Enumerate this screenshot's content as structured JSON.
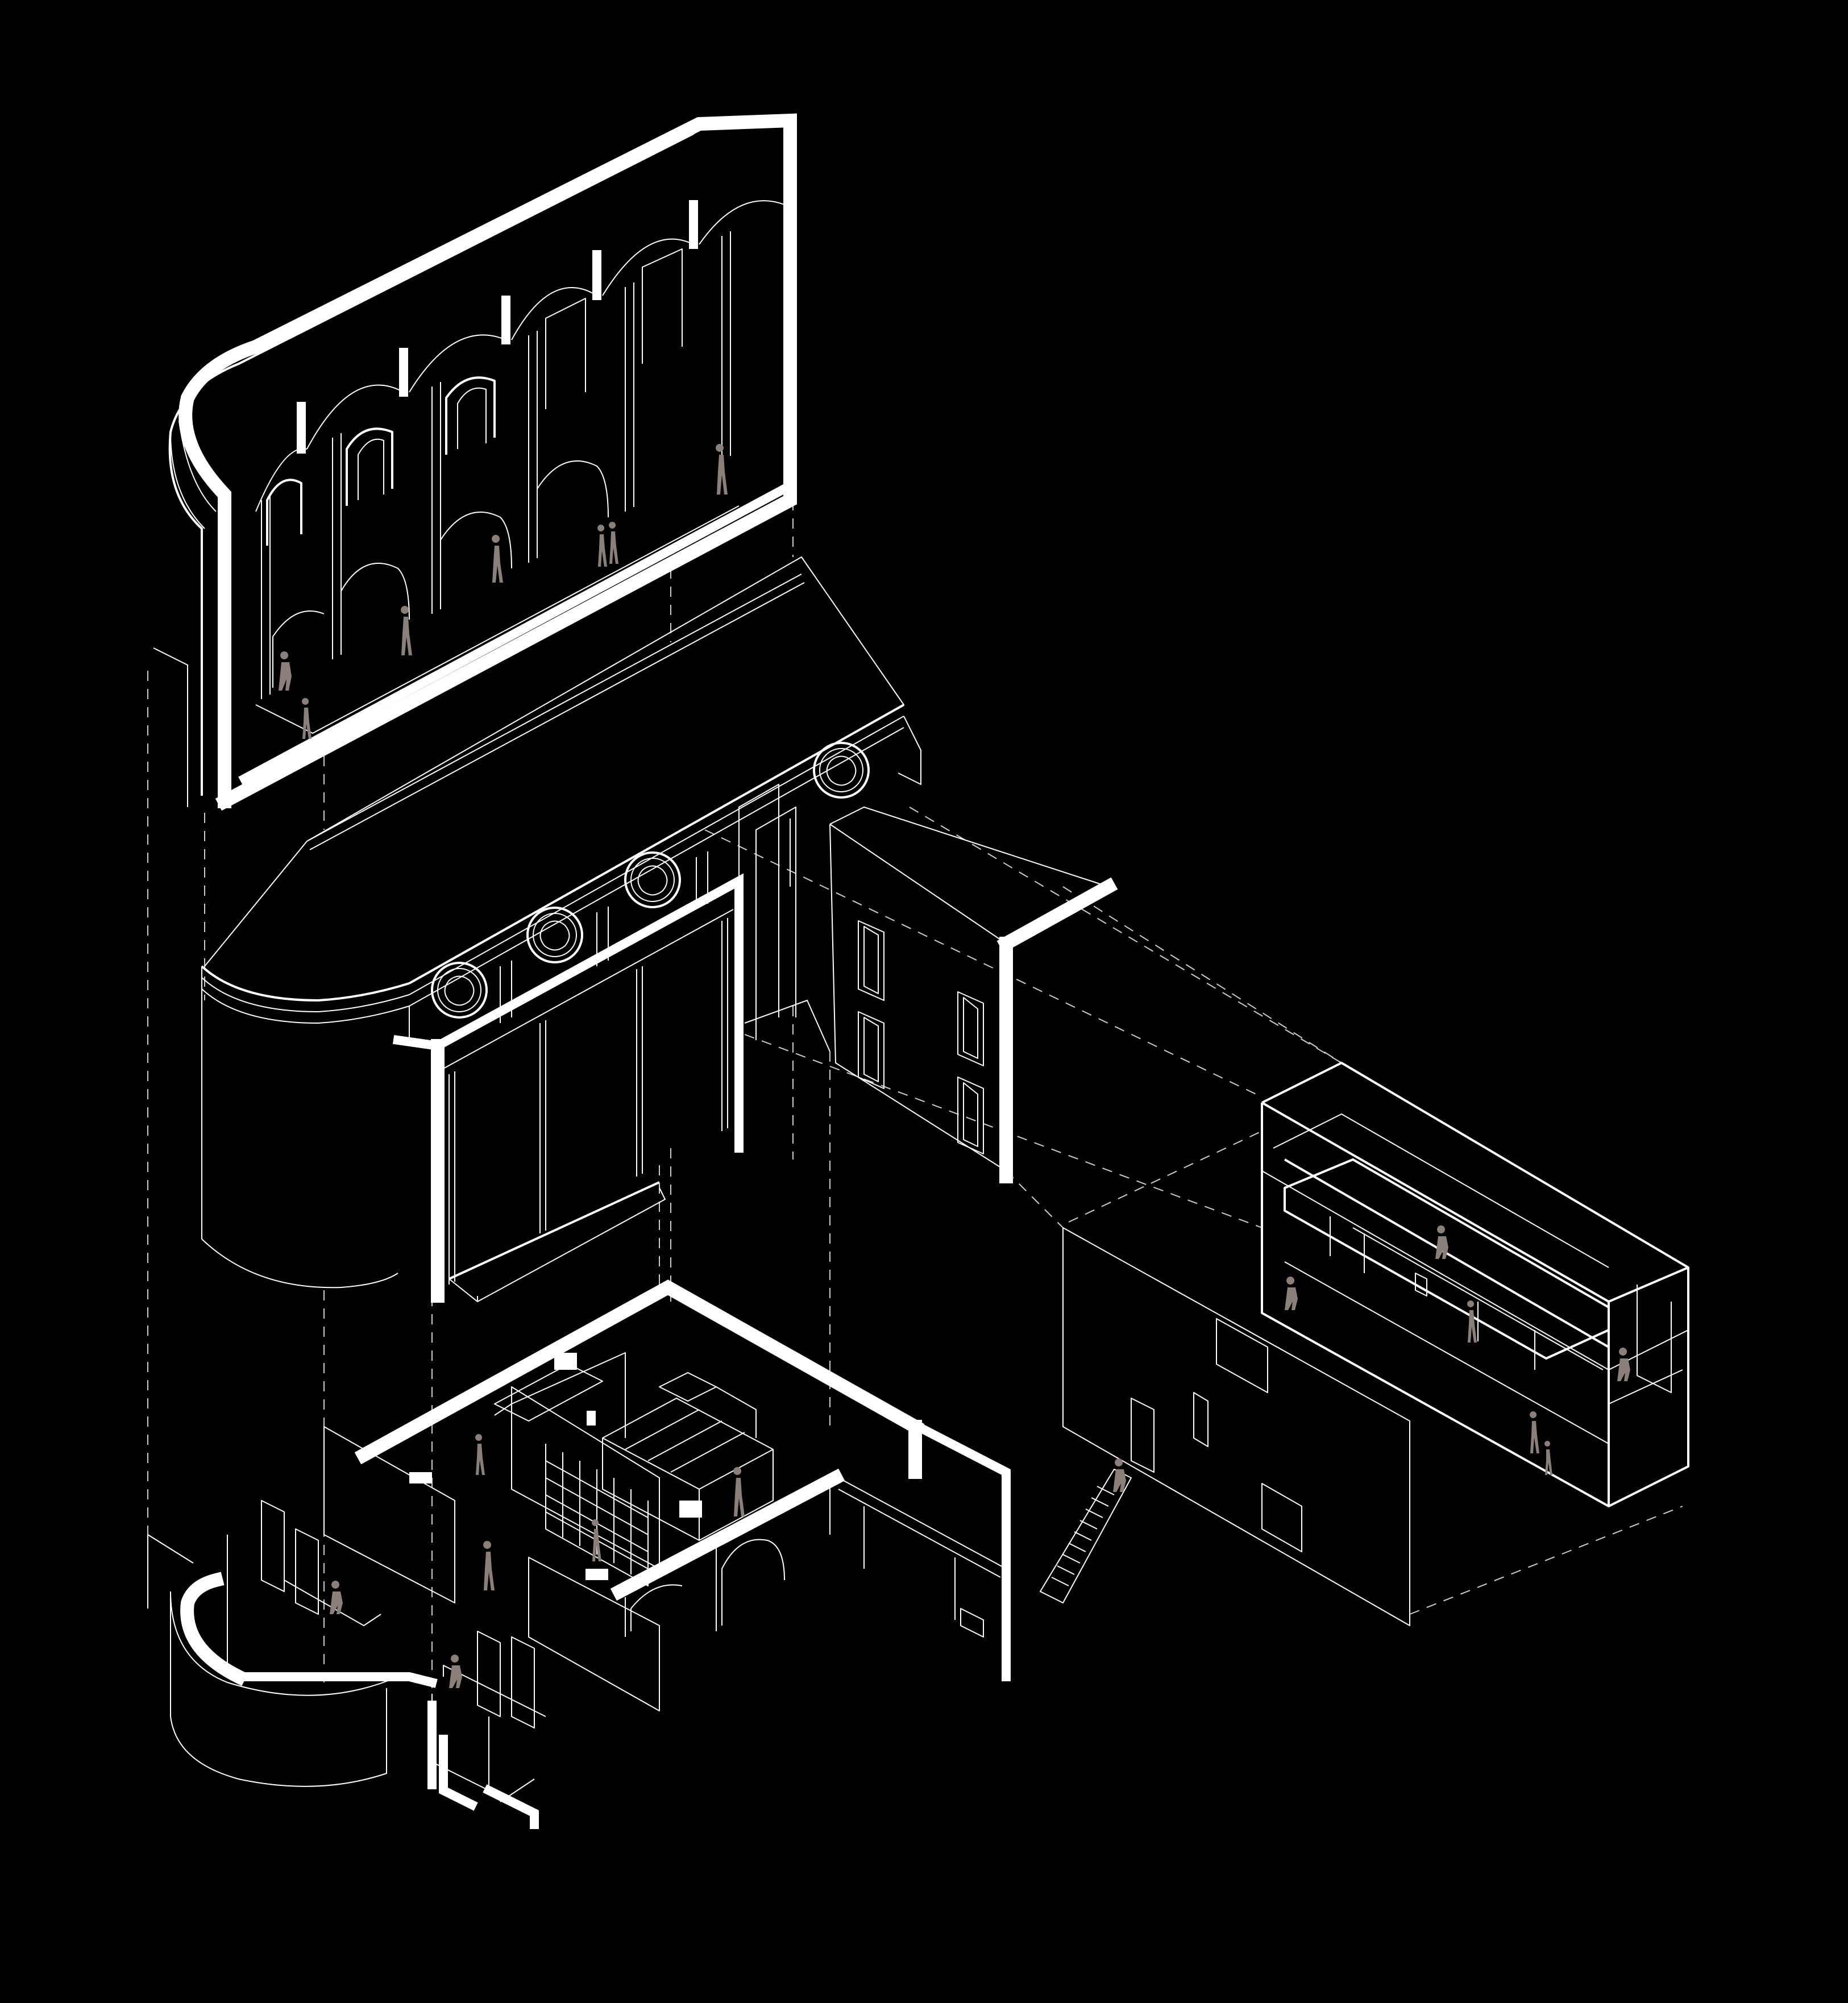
{
  "image": {
    "background": "#000000",
    "line_color": "#ffffff",
    "figure_color": "#8b7f7a"
  },
  "parts": [
    {
      "id": "church-interior-section",
      "label": ""
    },
    {
      "id": "church-facade",
      "label": ""
    },
    {
      "id": "annex-building",
      "label": ""
    },
    {
      "id": "ground-floor-plan",
      "label": ""
    },
    {
      "id": "side-pavilion",
      "label": ""
    }
  ]
}
